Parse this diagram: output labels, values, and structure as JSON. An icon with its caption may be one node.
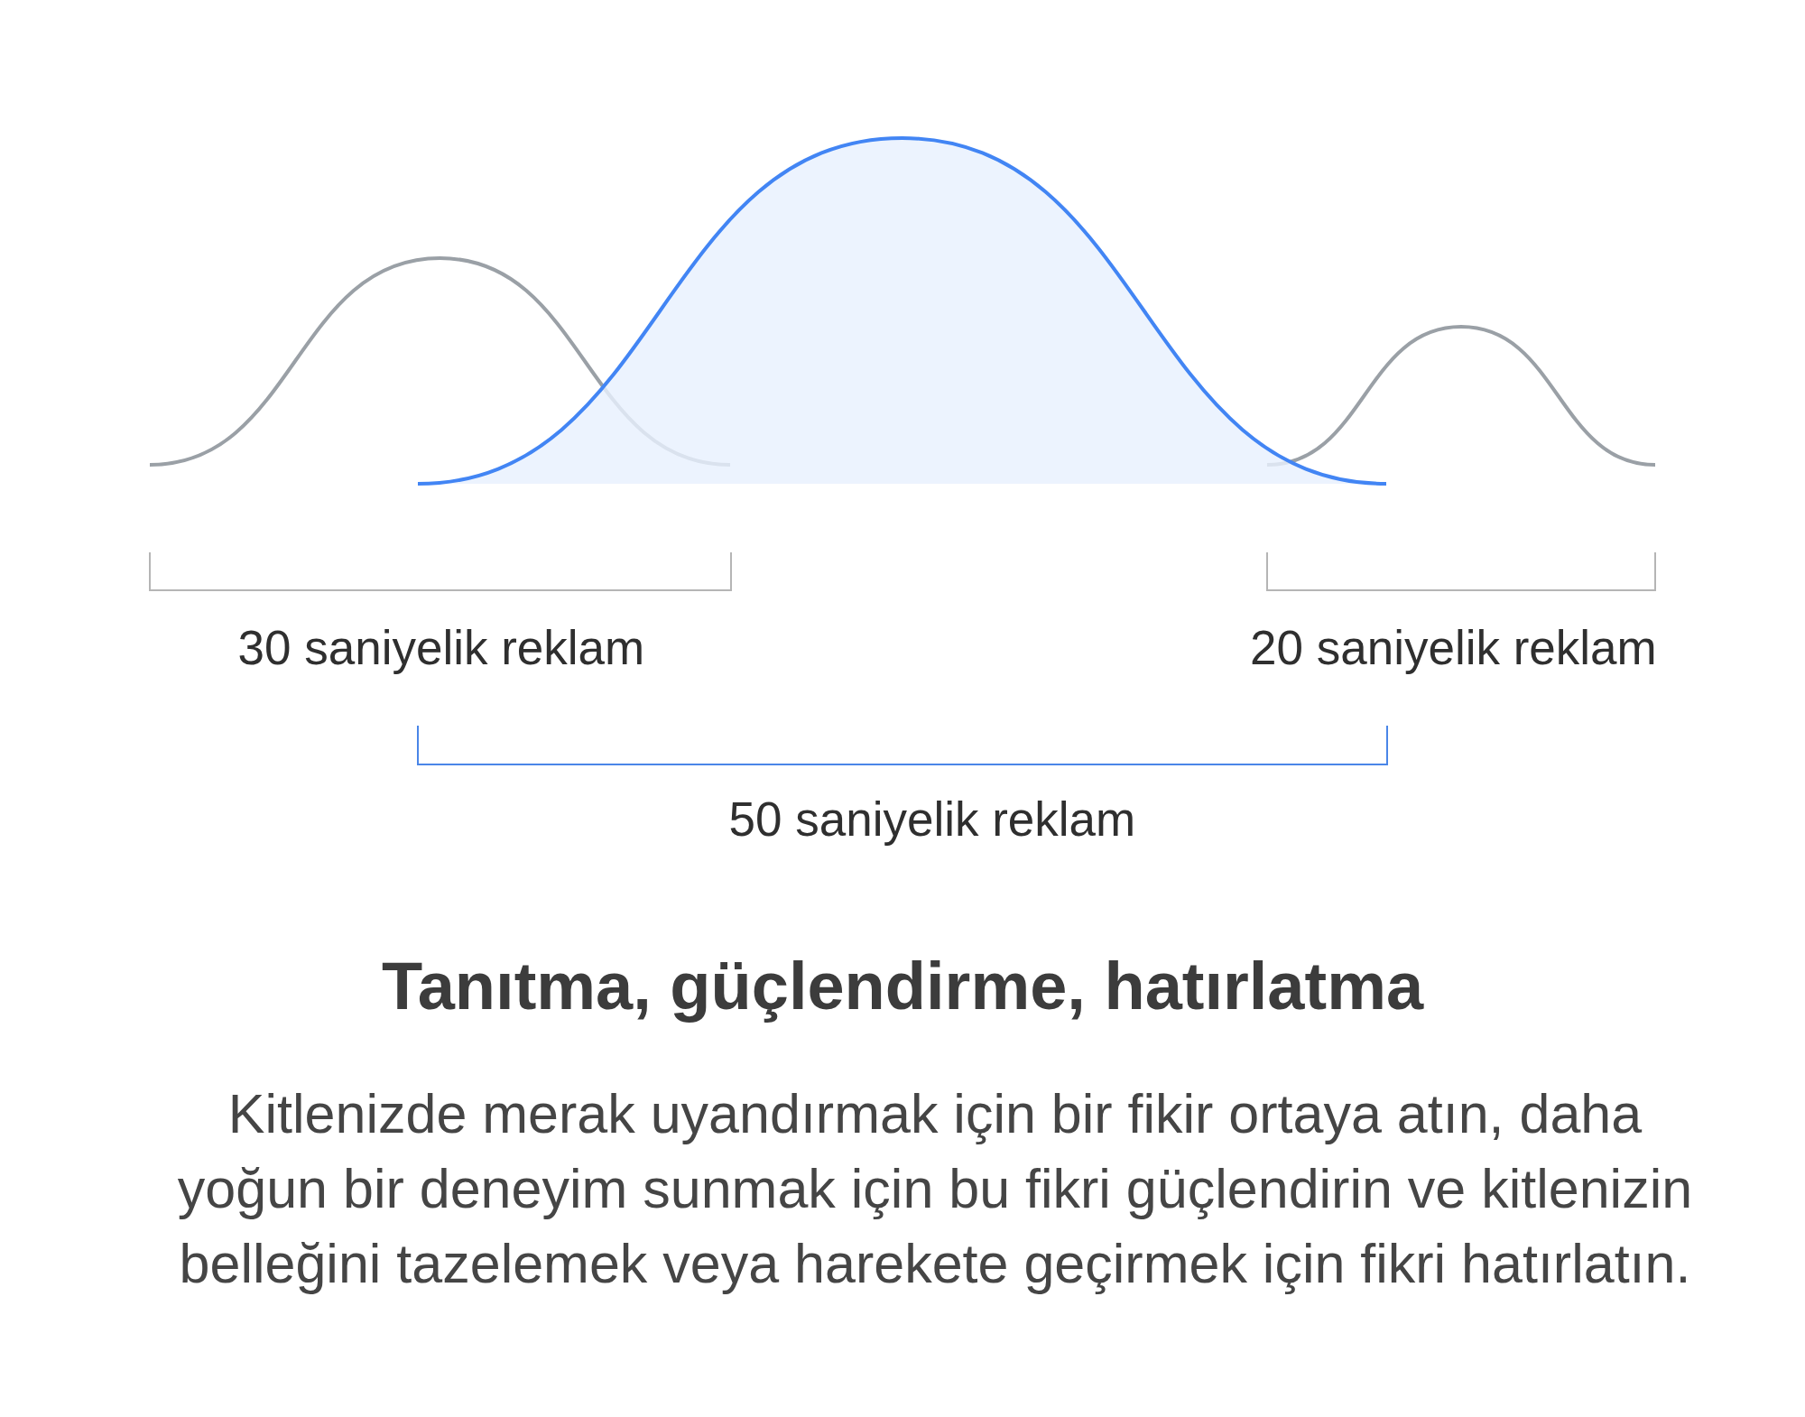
{
  "diagram": {
    "title": "Tanıtma, güçlendirme, hatırlatma",
    "caption": "Kitlenizde merak uyandırmak için bir fikir ortaya atın, daha yoğun bir deneyim sunmak için bu fikri güçlendirin ve kitlenizin belleğini tazelemek veya harekete geçirmek için fikri hatırlatın.",
    "labels": [
      "30 saniyelik reklam",
      "20 saniyelik reklam",
      "50 saniyelik reklam"
    ]
  }
}
